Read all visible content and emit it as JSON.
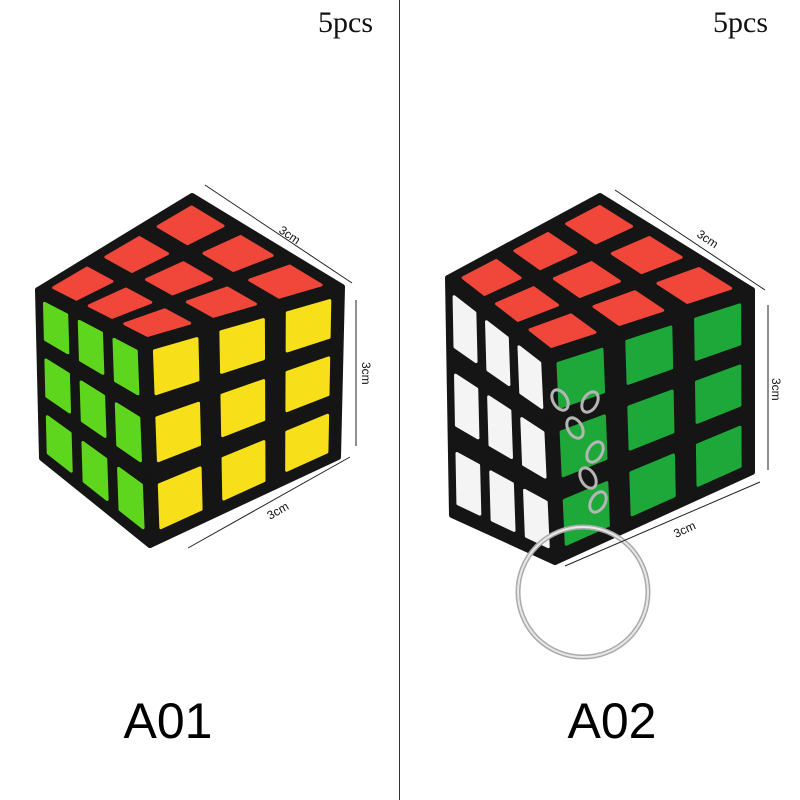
{
  "products": [
    {
      "code": "A01",
      "quantity": "5pcs",
      "dimensions": {
        "width": "3cm",
        "height": "3cm",
        "depth": "3cm"
      },
      "faces": {
        "top": "red",
        "left": "green",
        "right": "yellow"
      },
      "keychain": false
    },
    {
      "code": "A02",
      "quantity": "5pcs",
      "dimensions": {
        "width": "3cm",
        "height": "3cm",
        "depth": "3cm"
      },
      "faces": {
        "top": "red",
        "left": "white",
        "right": "green"
      },
      "keychain": true
    }
  ],
  "colors": {
    "red": "#f0473a",
    "green": "#5ed61e",
    "yellow": "#f7e01a",
    "white": "#f4f4f4",
    "green_dark": "#1fa83a",
    "body": "#151515"
  }
}
